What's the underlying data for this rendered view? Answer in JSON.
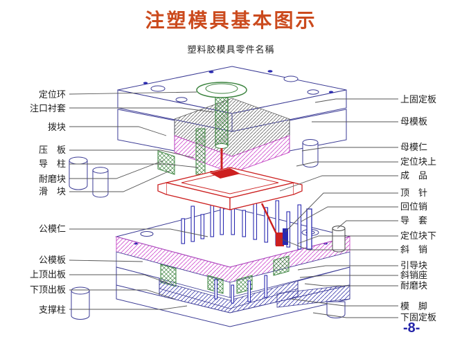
{
  "page": {
    "title": "注塑模具基本图示",
    "subtitle": "塑料胶模具零件名稱",
    "page_number": "-8-"
  },
  "colors": {
    "title": "#cb4a1d",
    "page_number": "#2323a8",
    "outline_blue": "#3a3a94",
    "hatch_magenta": "#cf52cf",
    "hatch_green": "#3d8440",
    "hatch_blue": "#4343b0",
    "product_red": "#cc2020",
    "leader_line": "#555555"
  },
  "labels": {
    "left": [
      "定位环",
      "注口衬套",
      "拨块",
      "压　板",
      "导　柱",
      "耐磨块",
      "滑　块",
      "公模仁",
      "公模板",
      "上顶出板",
      "下顶出板",
      "支撑柱"
    ],
    "right": [
      "上固定板",
      "母模板",
      "母模仁",
      "定位块上",
      "成　品",
      "顶　针",
      "回位销",
      "导　套",
      "定位块下",
      "斜　销",
      "引导块",
      "斜销座",
      "耐磨块",
      "模　脚",
      "下固定板"
    ]
  }
}
